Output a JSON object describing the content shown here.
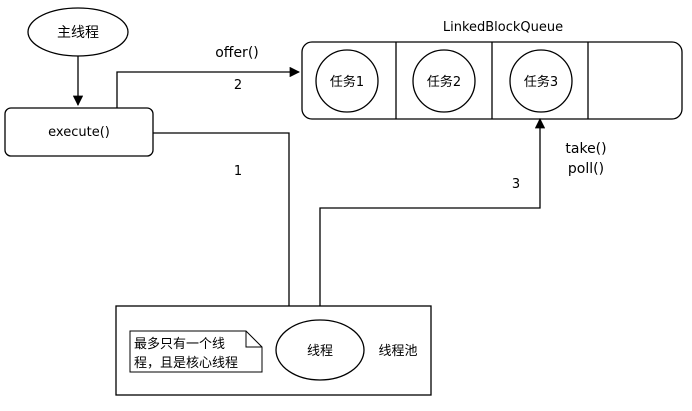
{
  "queue": {
    "title": "LinkedBlockQueue",
    "tasks": [
      "任务1",
      "任务2",
      "任务3"
    ]
  },
  "nodes": {
    "main_thread": "主线程",
    "execute": "execute()",
    "worker_thread": "线程",
    "pool_label": "线程池"
  },
  "note": {
    "line1": "最多只有一个线",
    "line2": "程，且是核心线程"
  },
  "edges": {
    "offer_label": "offer()",
    "offer_step": "2",
    "submit_step": "1",
    "take_step": "3",
    "take_label": "take()",
    "poll_label": "poll()"
  }
}
